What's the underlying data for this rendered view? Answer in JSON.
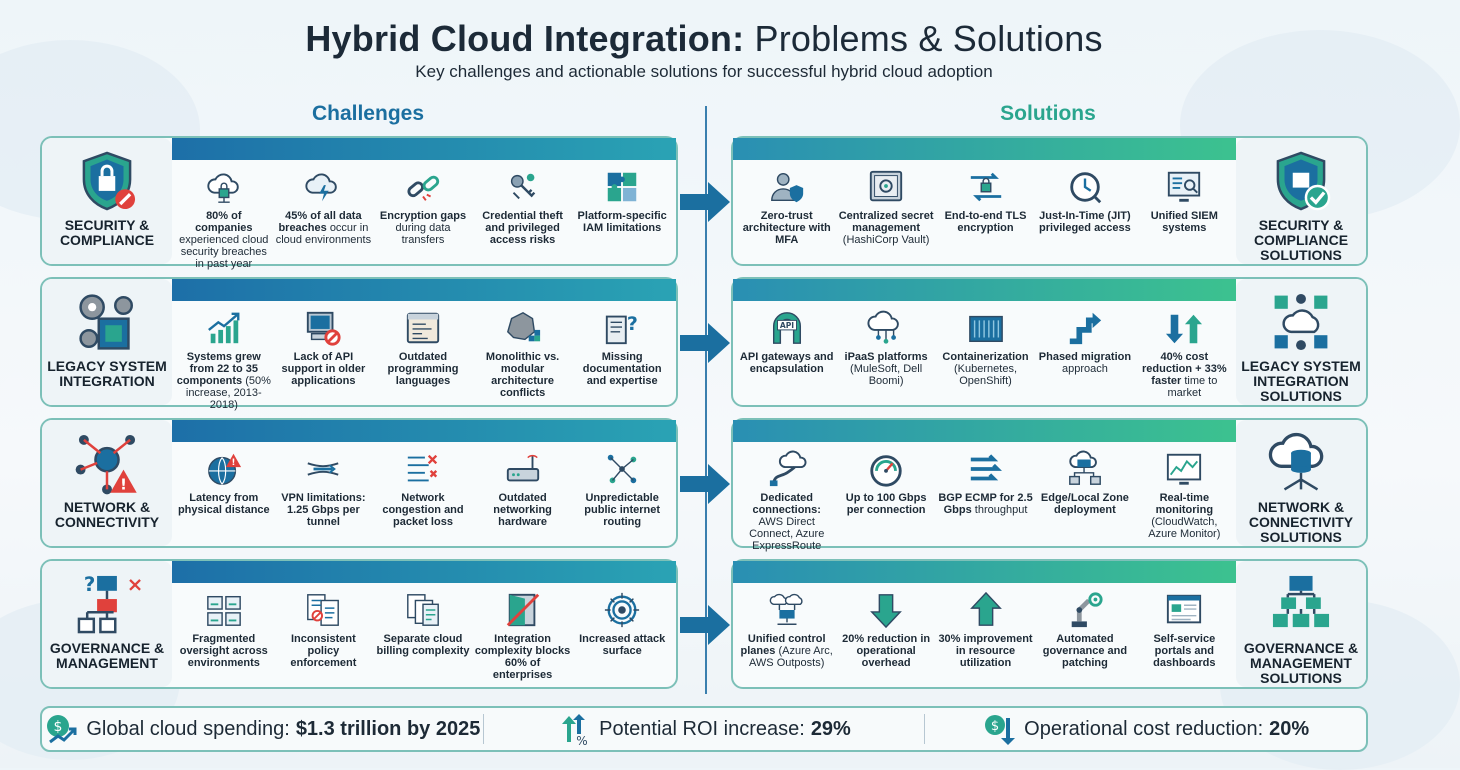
{
  "header": {
    "title_bold": "Hybrid Cloud Integration:",
    "title_rest": "Problems & Solutions",
    "subtitle": "Key challenges and actionable solutions for successful hybrid cloud adoption"
  },
  "columns": {
    "left": "Challenges",
    "right": "Solutions"
  },
  "rows": [
    {
      "challenge": {
        "name": "SECURITY & COMPLIANCE",
        "icon": "shield-lock-icon",
        "items": [
          {
            "icon": "cloud-lock-icon",
            "bold": "80% of companies",
            "text": "experienced cloud security breaches in past year"
          },
          {
            "icon": "cloud-lightning-icon",
            "bold": "45% of all data breaches",
            "text": "occur in cloud environments"
          },
          {
            "icon": "broken-link-icon",
            "bold": "Encryption gaps",
            "text": "during data transfers"
          },
          {
            "icon": "keys-icon",
            "bold": "Credential theft and privileged access risks",
            "text": ""
          },
          {
            "icon": "puzzle-icon",
            "bold": "Platform-specific IAM limitations",
            "text": ""
          }
        ]
      },
      "solution": {
        "name": "SECURITY & COMPLIANCE SOLUTIONS",
        "icon": "shield-check-icon",
        "items": [
          {
            "icon": "user-shield-icon",
            "bold": "Zero-trust architecture with MFA",
            "text": ""
          },
          {
            "icon": "vault-icon",
            "bold": "Centralized secret management",
            "text": "(HashiCorp Vault)"
          },
          {
            "icon": "tls-arrows-icon",
            "bold": "End-to-end TLS encryption",
            "text": ""
          },
          {
            "icon": "clock-icon",
            "bold": "Just-In-Time (JIT) privileged access",
            "text": ""
          },
          {
            "icon": "siem-monitor-icon",
            "bold": "Unified SIEM systems",
            "text": ""
          }
        ]
      }
    },
    {
      "challenge": {
        "name": "LEGACY SYSTEM INTEGRATION",
        "icon": "gears-chip-icon",
        "items": [
          {
            "icon": "growth-chart-icon",
            "bold": "Systems grew from 22 to 35 components",
            "text": "(50% increase, 2013-2018)"
          },
          {
            "icon": "no-api-computer-icon",
            "bold": "Lack of API support in older applications",
            "text": ""
          },
          {
            "icon": "code-window-icon",
            "bold": "Outdated programming languages",
            "text": ""
          },
          {
            "icon": "monolith-rock-icon",
            "bold": "Monolithic vs. modular architecture conflicts",
            "text": ""
          },
          {
            "icon": "book-question-icon",
            "bold": "Missing documentation and expertise",
            "text": ""
          }
        ]
      },
      "solution": {
        "name": "LEGACY SYSTEM INTEGRATION SOLUTIONS",
        "icon": "cubes-cloud-icon",
        "items": [
          {
            "icon": "api-gateway-icon",
            "bold": "API gateways and encapsulation",
            "text": ""
          },
          {
            "icon": "ipaas-cloud-icon",
            "bold": "iPaaS platforms",
            "text": "(MuleSoft, Dell Boomi)"
          },
          {
            "icon": "container-icon",
            "bold": "Containerization",
            "text": "(Kubernetes, OpenShift)"
          },
          {
            "icon": "phased-arrow-icon",
            "bold": "Phased migration",
            "text": "approach"
          },
          {
            "icon": "up-down-arrows-icon",
            "bold": "40% cost reduction + 33% faster",
            "text": "time to market"
          }
        ]
      }
    },
    {
      "challenge": {
        "name": "NETWORK & CONNECTIVITY",
        "icon": "network-warning-icon",
        "items": [
          {
            "icon": "globe-warning-icon",
            "bold": "Latency from physical distance",
            "text": ""
          },
          {
            "icon": "vpn-tunnel-icon",
            "bold": "VPN limitations: 1.25 Gbps per tunnel",
            "text": ""
          },
          {
            "icon": "congestion-icon",
            "bold": "Network congestion and packet loss",
            "text": ""
          },
          {
            "icon": "router-icon",
            "bold": "Outdated networking hardware",
            "text": ""
          },
          {
            "icon": "routing-paths-icon",
            "bold": "Unpredictable public internet routing",
            "text": ""
          }
        ]
      },
      "solution": {
        "name": "NETWORK & CONNECTIVITY SOLUTIONS",
        "icon": "cloud-database-icon",
        "items": [
          {
            "icon": "cloud-cable-icon",
            "bold": "Dedicated connections:",
            "text": "AWS Direct Connect, Azure ExpressRoute"
          },
          {
            "icon": "speedometer-icon",
            "bold": "Up to 100 Gbps per connection",
            "text": ""
          },
          {
            "icon": "bgp-arrows-icon",
            "bold": "BGP ECMP for 2.5 Gbps",
            "text": "throughput"
          },
          {
            "icon": "edge-zone-icon",
            "bold": "Edge/Local Zone deployment",
            "text": ""
          },
          {
            "icon": "monitoring-chart-icon",
            "bold": "Real-time monitoring",
            "text": "(CloudWatch, Azure Monitor)"
          }
        ]
      }
    },
    {
      "challenge": {
        "name": "GOVERNANCE & MANAGEMENT",
        "icon": "org-question-icon",
        "items": [
          {
            "icon": "dashboards-icon",
            "bold": "Fragmented oversight across environments",
            "text": ""
          },
          {
            "icon": "policy-docs-icon",
            "bold": "Inconsistent policy enforcement",
            "text": ""
          },
          {
            "icon": "billing-docs-icon",
            "bold": "Separate cloud billing complexity",
            "text": ""
          },
          {
            "icon": "blocked-door-icon",
            "bold": "Integration complexity blocks 60% of enterprises",
            "text": ""
          },
          {
            "icon": "attack-target-icon",
            "bold": "Increased attack surface",
            "text": ""
          }
        ]
      },
      "solution": {
        "name": "GOVERNANCE & MANAGEMENT SOLUTIONS",
        "icon": "org-chart-icon",
        "items": [
          {
            "icon": "control-plane-icon",
            "bold": "Unified control planes",
            "text": "(Azure Arc, AWS Outposts)"
          },
          {
            "icon": "down-arrow-icon",
            "bold": "20% reduction in operational overhead",
            "text": ""
          },
          {
            "icon": "up-arrow-icon",
            "bold": "30% improvement in resource utilization",
            "text": ""
          },
          {
            "icon": "robot-arm-icon",
            "bold": "Automated governance and patching",
            "text": ""
          },
          {
            "icon": "portal-dashboard-icon",
            "bold": "Self-service portals and dashboards",
            "text": ""
          }
        ]
      }
    }
  ],
  "footer": [
    {
      "icon": "money-growth-icon",
      "label": "Global cloud spending:",
      "value": "$1.3 trillion by 2025"
    },
    {
      "icon": "roi-arrows-icon",
      "label": "Potential ROI increase:",
      "value": "29%"
    },
    {
      "icon": "cost-down-icon",
      "label": "Operational cost reduction:",
      "value": "20%"
    }
  ],
  "colors": {
    "primary": "#1b6fa0",
    "accent": "#2aa58e",
    "dark": "#2f4a63",
    "alert": "#e0413c"
  }
}
